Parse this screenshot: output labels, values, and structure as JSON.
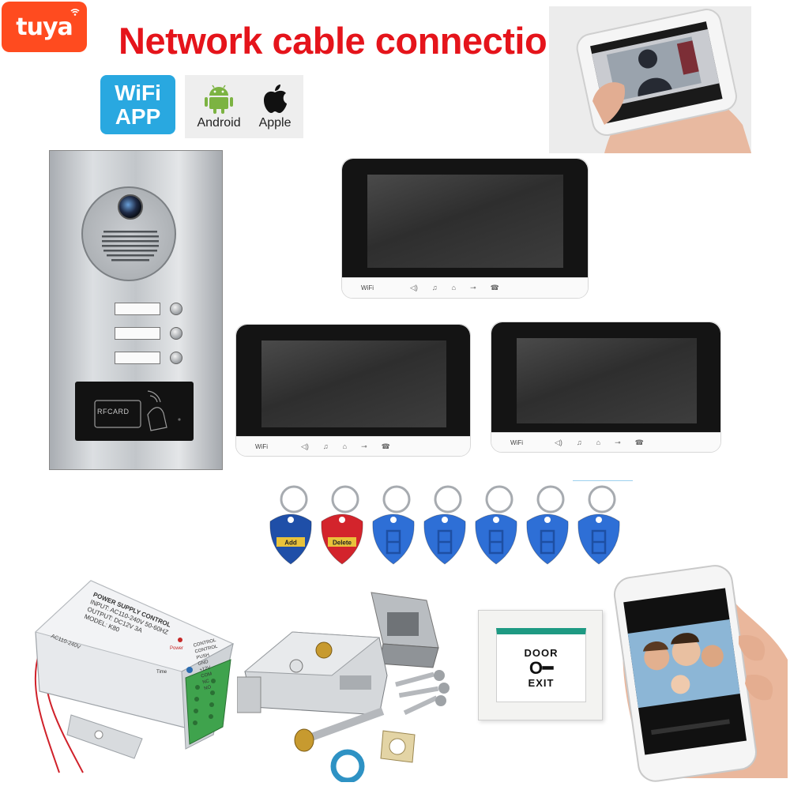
{
  "branding": {
    "tuya_logo_text": "tuya",
    "tuya_color": "#ff4b1f",
    "title": "Network cable connection",
    "title_color": "#e5141b"
  },
  "app_badge": {
    "line1": "WiFi",
    "line2": "APP",
    "badge_color": "#29a8e0"
  },
  "platforms": [
    {
      "label": "Android",
      "icon": "android-icon",
      "color": "#7cb342"
    },
    {
      "label": "Apple",
      "icon": "apple-icon",
      "color": "#111111"
    }
  ],
  "door_station": {
    "card_reader_label": "RFCARD",
    "call_buttons": 3
  },
  "monitors": [
    {
      "wifi_label": "WiFi"
    },
    {
      "wifi_label": "WiFi"
    },
    {
      "wifi_label": "WiFi"
    }
  ],
  "rfid_tags": [
    {
      "label": "Add",
      "color": "#1f4fa8"
    },
    {
      "label": "Delete",
      "color": "#d3242c"
    },
    {
      "label": "",
      "color": "#2e6fd6"
    },
    {
      "label": "",
      "color": "#2e6fd6"
    },
    {
      "label": "",
      "color": "#2e6fd6"
    },
    {
      "label": "",
      "color": "#2e6fd6"
    },
    {
      "label": "",
      "color": "#2e6fd6"
    }
  ],
  "power_supply": {
    "heading": "POWER SUPPLY CONTROL",
    "input": "INPUT: AC110-240V 50-60HZ",
    "output": "OUTPUT: DC12V 3A",
    "model": "MODEL: K80",
    "side_label": "AC110-240V",
    "terminals": [
      "CONTROL",
      "CONTROL",
      "PUSH",
      "GND",
      "+12V",
      "COM",
      "NC",
      "NO"
    ],
    "time_label": "Time",
    "power_label": "Power"
  },
  "exit_button": {
    "top_text": "DOOR",
    "bottom_text": "EXIT",
    "accent_color": "#1e9a83"
  }
}
